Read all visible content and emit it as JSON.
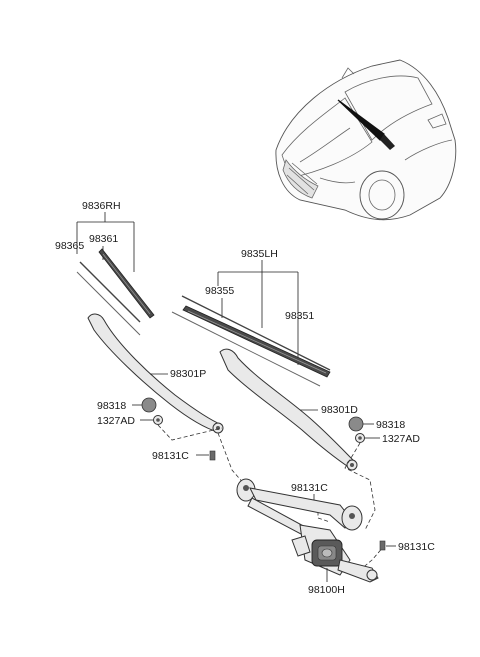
{
  "labels": {
    "wiper_blade_rh": "9836RH",
    "wiper_blade_rh_insert": "98365",
    "wiper_blade_rh_refill": "98361",
    "wiper_blade_lh": "9835LH",
    "wiper_blade_lh_insert": "98355",
    "wiper_blade_lh_refill": "98351",
    "wiper_arm_passenger": "98301P",
    "wiper_arm_driver": "98301D",
    "cap_left": "98318",
    "nut_left": "1327AD",
    "cap_right": "98318",
    "nut_right": "1327AD",
    "bolt_left": "98131C",
    "bolt_center": "98131C",
    "bolt_right": "98131C",
    "motor_linkage": "98100H"
  }
}
